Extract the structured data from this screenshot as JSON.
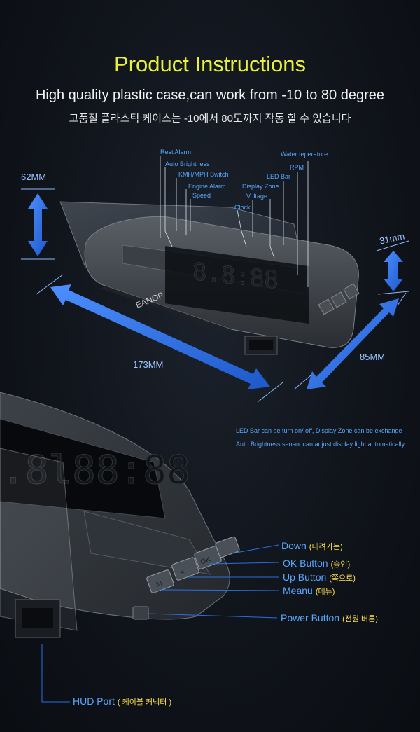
{
  "header": {
    "title": "Product Instructions",
    "subtitle_en": "High quality plastic case,can work from -10 to 80 degree",
    "subtitle_ko": "고품질 플라스틱 케이스는 -10에서 80도까지 작동 할 수 있습니다"
  },
  "callouts": {
    "rest_alarm": "Rest Alarm",
    "auto_brightness": "Auto Brightness",
    "kmh_mph_switch": "KMH/MPH Switch",
    "engine_alarm": "Engine Alarm",
    "speed": "Speed",
    "display_zone": "Display Zone",
    "voltage": "Voltage",
    "clock": "Clock",
    "led_bar": "LED Bar",
    "rpm": "RPM",
    "water_temperature": "Water teperature"
  },
  "dimensions": {
    "height": "62MM",
    "length": "173MM",
    "depth": "85MM",
    "thickness": "31mm"
  },
  "device": {
    "brand": "EANOP"
  },
  "notes": {
    "line1": "LED Bar can be turn on/ off, Display Zone can be exchange",
    "line2": "Auto Brightness sensor can adjust display light automatically"
  },
  "buttons": {
    "down": "Down",
    "down_ko": "(내려가는)",
    "ok": "OK Button",
    "ok_ko": "(승인)",
    "up": "Up Button",
    "up_ko": "(쪽으로)",
    "menu": "Meanu",
    "menu_ko": "(메뉴)",
    "power": "Power Button",
    "power_ko": "(전원 버튼)",
    "hud_port": "HUD Port",
    "hud_port_ko": "( 케이블 커넥터 )"
  },
  "colors": {
    "title": "#e8f03a",
    "callout": "#58a8ff",
    "arrow": "#2a6fe0",
    "korean_label": "#ffe24a"
  }
}
